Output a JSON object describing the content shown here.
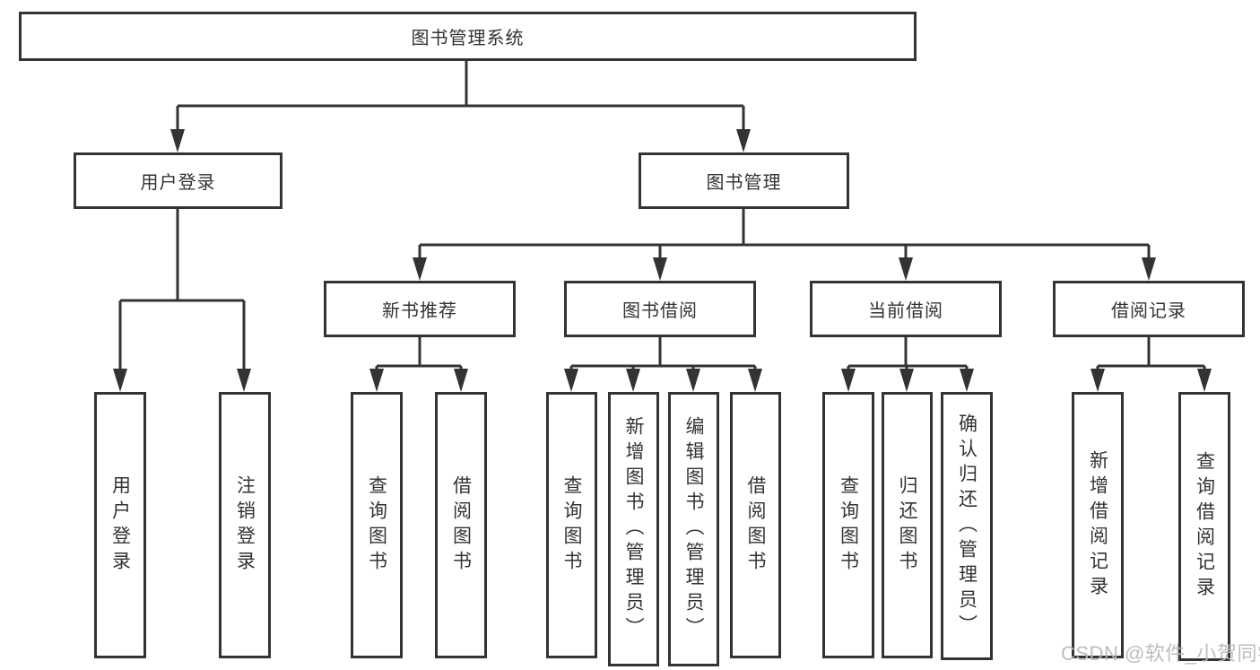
{
  "diagram": {
    "nodes": {
      "root": "图书管理系统",
      "user_login": "用户登录",
      "book_management": "图书管理",
      "new_book_recommend": "新书推荐",
      "book_borrow": "图书借阅",
      "current_borrow": "当前借阅",
      "borrow_record": "借阅记录",
      "ul_user_login": "用户登录",
      "ul_logout": "注销登录",
      "nb_query_book": "查询图书",
      "nb_borrow_book": "借阅图书",
      "bb_query_book": "查询图书",
      "bb_add_book": "新增图书（管理员）",
      "bb_edit_book": "编辑图书（管理员）",
      "bb_borrow_book": "借阅图书",
      "cb_query_book": "查询图书",
      "cb_return_book": "归还图书",
      "cb_confirm_return": "确认归还（管理员）",
      "br_add_record": "新增借阅记录",
      "br_query_record": "查询借阅记录"
    },
    "colors": {
      "line": "#333333",
      "text": "#333333",
      "background": "#ffffff",
      "watermark": "#b9b9b9"
    }
  },
  "watermark": {
    "text": "CSDN @软件_小贺同学"
  }
}
